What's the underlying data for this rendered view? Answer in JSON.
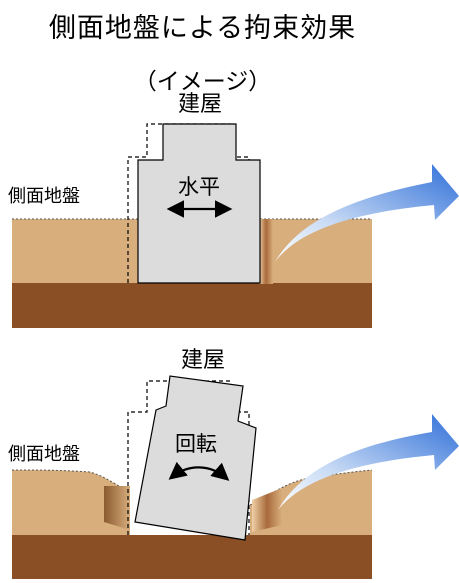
{
  "title": "側面地盤による拘束効果",
  "subtitle": "（イメージ）",
  "panels": [
    {
      "building_label": "建屋",
      "ground_label": "側面地盤",
      "motion_label": "水平"
    },
    {
      "building_label": "建屋",
      "ground_label": "側面地盤",
      "motion_label": "回転"
    }
  ],
  "colors": {
    "ground_upper": "#d8ae7c",
    "ground_lower": "#8a4f24",
    "building_fill": "#dcdcdc",
    "arrow_light": "#dde8f8",
    "arrow_dark": "#2f6fd8"
  },
  "icons": [
    "double-arrow-horizontal-icon",
    "curved-double-arrow-icon",
    "curved-arrow-icon"
  ]
}
